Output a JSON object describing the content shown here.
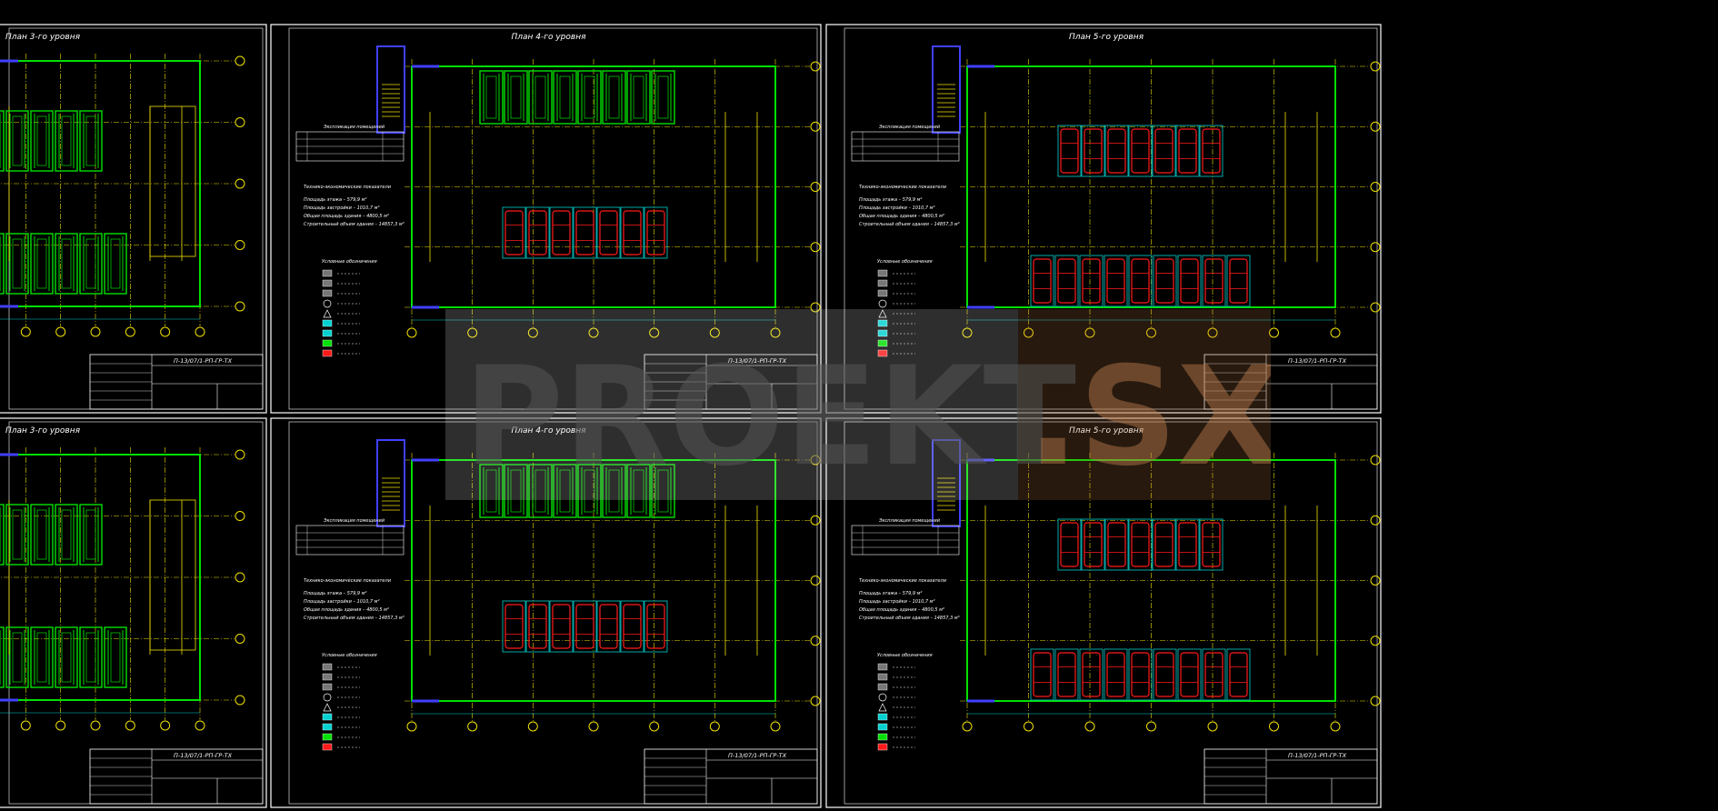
{
  "sheets": [
    {
      "title": "План 3-го уровня",
      "code": "П-13/07/1-РП-ГР-ТХ",
      "variant": "partial"
    },
    {
      "title": "План 4-го уровня",
      "code": "П-13/07/1-РП-ГР-ТХ",
      "variant": "level4"
    },
    {
      "title": "План 5-го уровня",
      "code": "П-13/07/1-РП-ГР-ТХ",
      "variant": "level5"
    },
    {
      "title": "План 3-го уровня",
      "code": "П-13/07/1-РП-ГР-ТХ",
      "variant": "partial"
    },
    {
      "title": "План 4-го уровня",
      "code": "П-13/07/1-РП-ГР-ТХ",
      "variant": "level4"
    },
    {
      "title": "План 5-го уровня",
      "code": "П-13/07/1-РП-ГР-ТХ",
      "variant": "level5"
    }
  ],
  "sheet_text": {
    "explication_title": "Экспликация помещений",
    "tep_title": "Технико-экономические показатели",
    "tep_lines": [
      "Площадь этажа – 579,9 м²",
      "Площадь застройки – 1010,7 м²",
      "Общая площадь здания – 4800,5 м²",
      "Строительный объем здания – 14857,3 м³"
    ],
    "legend_title": "Условные обозначения"
  },
  "watermark": {
    "left_text": "PROEKT",
    "right_text": ".SX"
  },
  "colors": {
    "background": "#000000",
    "frame": "#ffffff",
    "wall_green": "#00e000",
    "grid_yellow": "#f0e000",
    "car_red": "#ff1a1a",
    "stair_blue": "#4040ff",
    "cyan": "#00d0d0",
    "watermark_left": "#444444",
    "watermark_right": "#b07040"
  }
}
